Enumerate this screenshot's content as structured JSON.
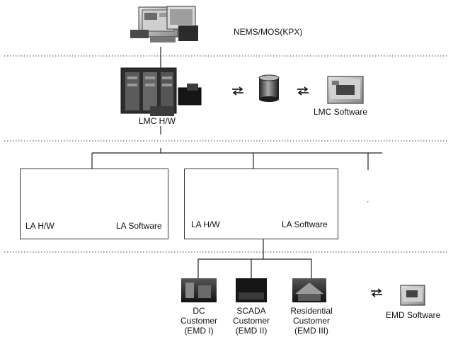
{
  "top": {
    "label": "NEMS/MOS(KPX)"
  },
  "lmc": {
    "hw_label": "LMC H/W",
    "sw_label": "LMC Software"
  },
  "la": [
    {
      "hw_label": "LA H/W",
      "sw_label": "LA Software"
    },
    {
      "hw_label": "LA H/W",
      "sw_label": "LA Software"
    }
  ],
  "customers": [
    {
      "line1": "DC",
      "line2": "Customer",
      "line3": "(EMD I)"
    },
    {
      "line1": "SCADA",
      "line2": "Customer",
      "line3": "(EMD II)"
    },
    {
      "line1": "Residential",
      "line2": "Customer",
      "line3": "(EMD III)"
    }
  ],
  "emd": {
    "sw_label": "EMD Software"
  },
  "icons": {
    "server": "server-rack-icon",
    "database": "database-cylinder-icon",
    "software": "software-screen-icon",
    "exchange": "bidirectional-arrows-icon",
    "workstation": "workstation-icon",
    "customer": "customer-photo-icon"
  }
}
